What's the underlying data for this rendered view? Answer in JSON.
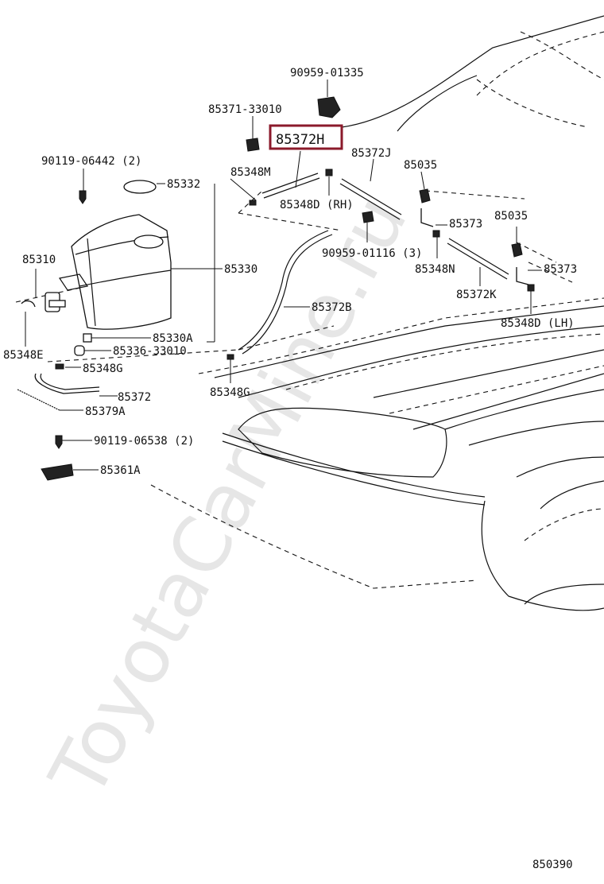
{
  "diagram": {
    "watermark": "ToyotaCarMine.ru",
    "highlight_color": "#8b1a2b",
    "page_number": "850390",
    "labels": {
      "p90959_01335": "90959-01335",
      "p85371_33010": "85371-33010",
      "p85372H": "85372H",
      "p85372J": "85372J",
      "p85035_a": "85035",
      "p90119_06442": "90119-06442 (2)",
      "p85332": "85332",
      "p85348M": "85348M",
      "p85348D_rh": "85348D (RH)",
      "p85373_a": "85373",
      "p85035_b": "85035",
      "p85310": "85310",
      "p85330": "85330",
      "p90959_01116": "90959-01116 (3)",
      "p85348N": "85348N",
      "p85373_b": "85373",
      "p85372K": "85372K",
      "p85372B": "85372B",
      "p85348D_lh": "85348D (LH)",
      "p85330A": "85330A",
      "p85336_33010": "85336-33010",
      "p85348E": "85348E",
      "p85348G_a": "85348G",
      "p85348G_b": "85348G",
      "p85372": "85372",
      "p85379A": "85379A",
      "p90119_06538": "90119-06538 (2)",
      "p85361A": "85361A"
    }
  }
}
